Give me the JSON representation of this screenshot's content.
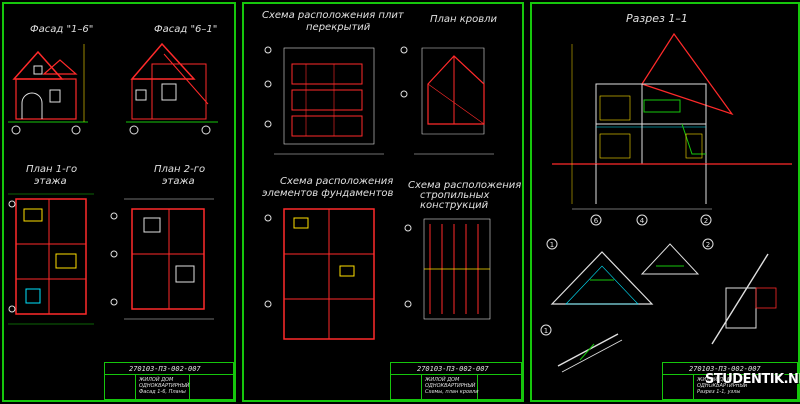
{
  "sheets": {
    "a": {
      "facade_1": "Фасад \"1–6\"",
      "facade_2": "Фасад \"6–1\"",
      "plan_1": "План 1-го",
      "plan_1b": "этажа",
      "plan_2": "План 2-го",
      "plan_2b": "этажа",
      "code": "270103-ПЗ-002-007",
      "tb_line1": "ЖИЛОЙ ДОМ",
      "tb_line2": "ОДНОКВАРТИРНЫЙ",
      "tb_line3": "Фасад 1-6, Планы"
    },
    "b": {
      "plates_1": "Схема расположения плит",
      "plates_2": "перекрытий",
      "roof": "План кровли",
      "found_1": "Схема расположения",
      "found_2": "элементов фундаментов",
      "rafter_1": "Схема расположения",
      "rafter_2": "стропильных",
      "rafter_3": "конструкций",
      "code": "270103-ПЗ-002-007",
      "tb_line1": "ЖИЛОЙ ДОМ",
      "tb_line2": "ОДНОКВАРТИРНЫЙ",
      "tb_line3": "Схемы, план кровли"
    },
    "c": {
      "section": "Разрез 1–1",
      "node_1": "1",
      "node_2": "2",
      "axis_6": "6",
      "axis_4": "4",
      "axis_2": "2",
      "axis_1": "1",
      "code": "270103-ПЗ-002-007",
      "tb_line1": "ЖИЛОЙ ДОМ",
      "tb_line2": "ОДНОКВАРТИРНЫЙ",
      "tb_line3": "Разрез 1-1, узлы"
    }
  },
  "watermark": "STUDENTIK.NET",
  "colors": {
    "frame": "#16c60c",
    "red": "#ff2a2a",
    "yellow": "#ffe000",
    "cyan": "#00e5ff",
    "white": "#e0e0e0"
  }
}
